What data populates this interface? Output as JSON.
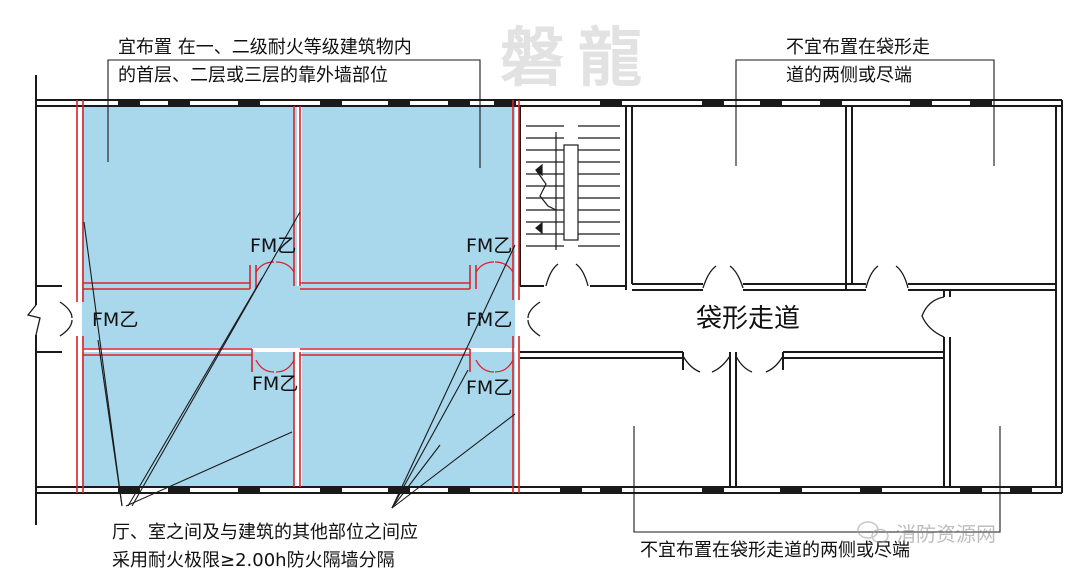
{
  "annotations": {
    "top_left_line1": "宜布置 在一、二级耐火等级建筑物内",
    "top_left_line2": "的首层、二层或三层的靠外墙部位",
    "top_right_line1": "不宜布置在袋形走",
    "top_right_line2": "道的两侧或尽端",
    "bottom_left_line1": "厅、室之间及与建筑的其他部位之间应",
    "bottom_left_line2": "采用耐火极限≥2.00h防火隔墙分隔",
    "bottom_right": "不宜布置在袋形走道的两侧或尽端"
  },
  "labels": {
    "corridor": "袋形走道",
    "door_fm": "FM乙"
  },
  "watermark": {
    "title": "磐龍",
    "source": "消防资源网"
  },
  "colors": {
    "room_fill": "#a9d8ec",
    "fire_wall": "#d9232a",
    "wall": "#1a1a1a"
  }
}
